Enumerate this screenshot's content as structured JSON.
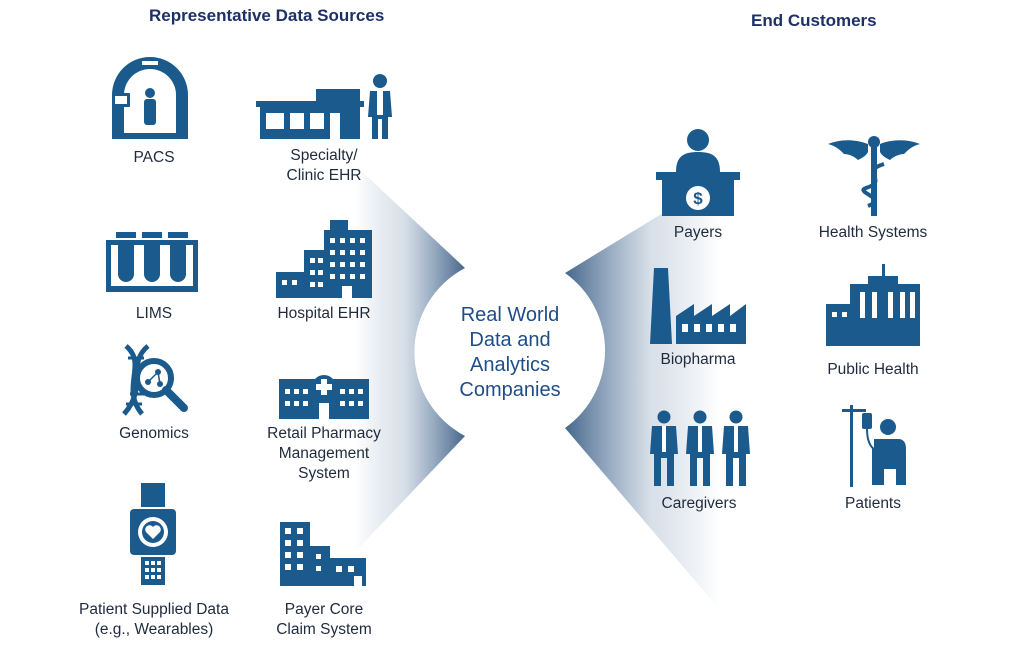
{
  "headings": {
    "sources": "Representative Data Sources",
    "customers": "End Customers"
  },
  "center": {
    "label": "Real World\nData and\nAnalytics\nCompanies"
  },
  "sources": [
    {
      "label": "PACS",
      "icon": "mri-scanner-icon"
    },
    {
      "label": "Specialty/\nClinic EHR",
      "icon": "clinic-building-icon"
    },
    {
      "label": "LIMS",
      "icon": "test-tubes-icon"
    },
    {
      "label": "Hospital EHR",
      "icon": "hospital-building-icon"
    },
    {
      "label": "Genomics",
      "icon": "dna-magnifier-icon"
    },
    {
      "label": "Retail Pharmacy\nManagement\nSystem",
      "icon": "pharmacy-building-icon"
    },
    {
      "label": "Patient Supplied Data\n(e.g., Wearables)",
      "icon": "wearable-watch-icon"
    },
    {
      "label": "Payer Core\nClaim System",
      "icon": "office-buildings-icon"
    }
  ],
  "customers": [
    {
      "label": "Payers",
      "icon": "payer-desk-icon"
    },
    {
      "label": "Health Systems",
      "icon": "caduceus-icon"
    },
    {
      "label": "Biopharma",
      "icon": "factory-icon"
    },
    {
      "label": "Public Health",
      "icon": "government-building-icon"
    },
    {
      "label": "Caregivers",
      "icon": "caregivers-icon"
    },
    {
      "label": "Patients",
      "icon": "patient-iv-icon"
    }
  ],
  "colors": {
    "icon": "#1a5a8c",
    "heading": "#1c3166",
    "center_text": "#1f4e87",
    "gradient_dark": "#3d5f86"
  }
}
